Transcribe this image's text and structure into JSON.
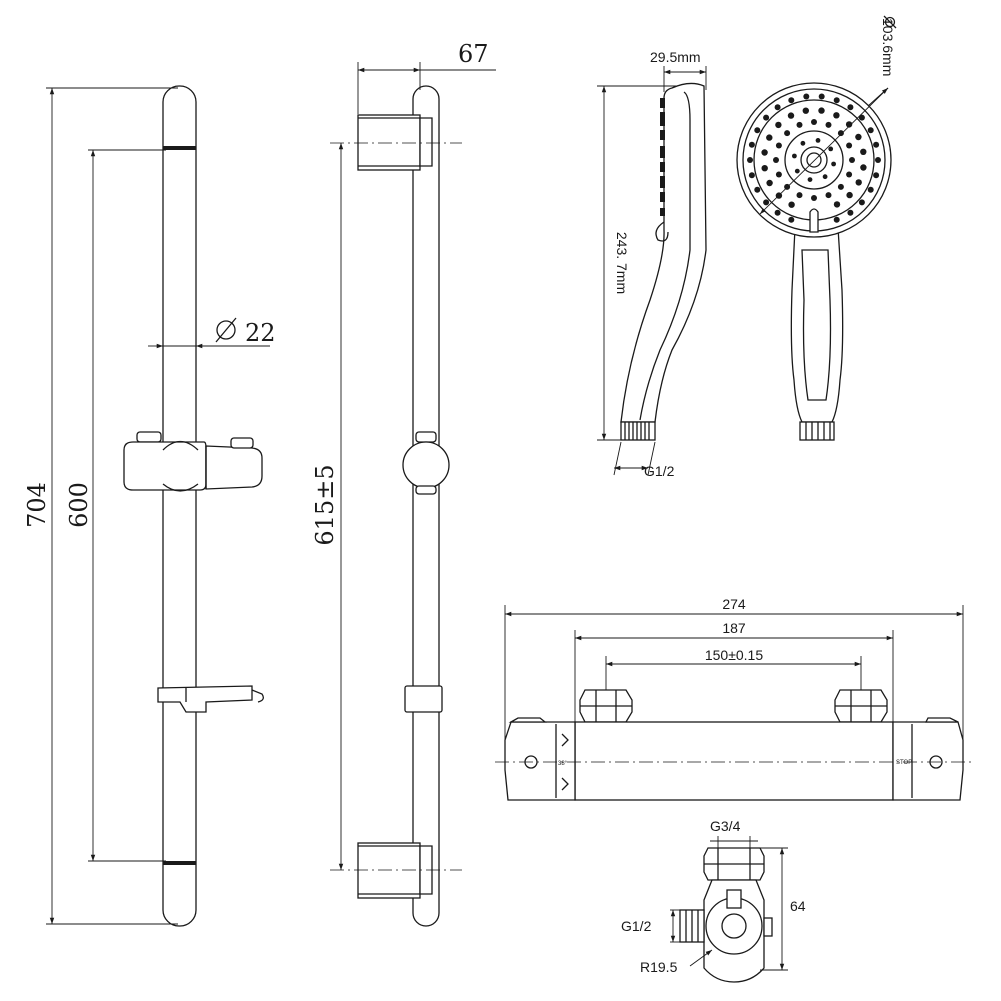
{
  "rail_front": {
    "total_height": "704",
    "mount_spacing": "600",
    "diameter": "22"
  },
  "rail_side": {
    "offset": "67",
    "height": "615±5"
  },
  "hand_shower": {
    "head_depth": "29.5mm",
    "length": "243. 7mm",
    "face_diameter": "103.6mm",
    "thread": "G1/2"
  },
  "valve_front": {
    "overall_width": "274",
    "body_width": "187",
    "inlet_centers": "150±0.15",
    "temp_mark": "38°",
    "stop_mark": "STOP"
  },
  "valve_side": {
    "inlet_thread": "G3/4",
    "height": "64",
    "outlet_thread": "G1/2",
    "radius": "R19.5"
  }
}
